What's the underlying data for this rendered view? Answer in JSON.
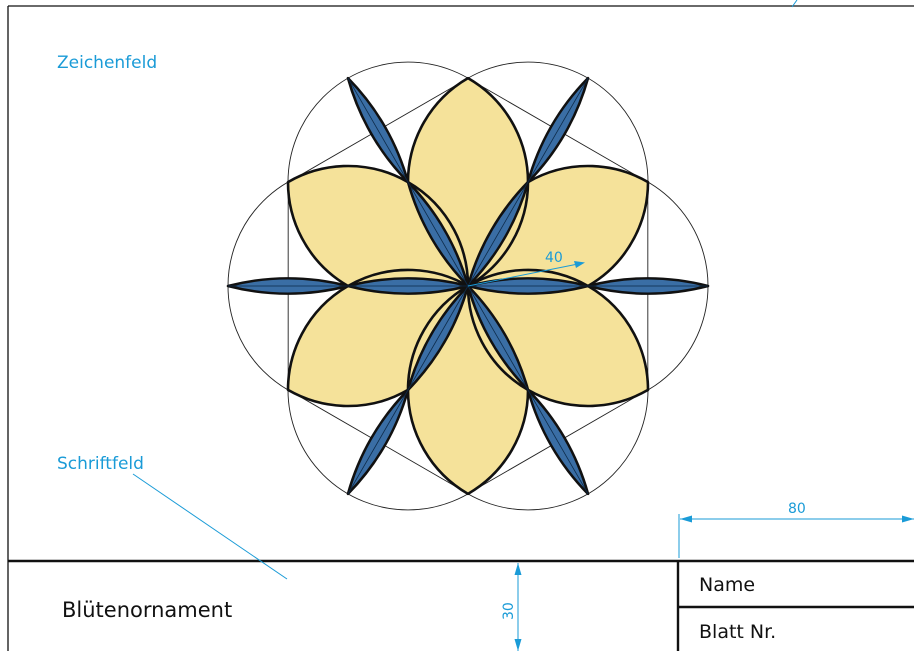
{
  "labels": {
    "drawing_area": "Zeichenfeld",
    "title_block": "Schriftfeld"
  },
  "title_block": {
    "title": "Blütenornament",
    "name_label": "Name",
    "sheet_label": "Blatt Nr."
  },
  "dimensions": {
    "radius": "40",
    "title_block_width": "80",
    "title_block_height": "30"
  },
  "colors": {
    "petal_yellow": "#f5e29a",
    "petal_blue": "#3a6ea5",
    "annotation_blue": "#1a9bd7",
    "outline": "#111111"
  }
}
